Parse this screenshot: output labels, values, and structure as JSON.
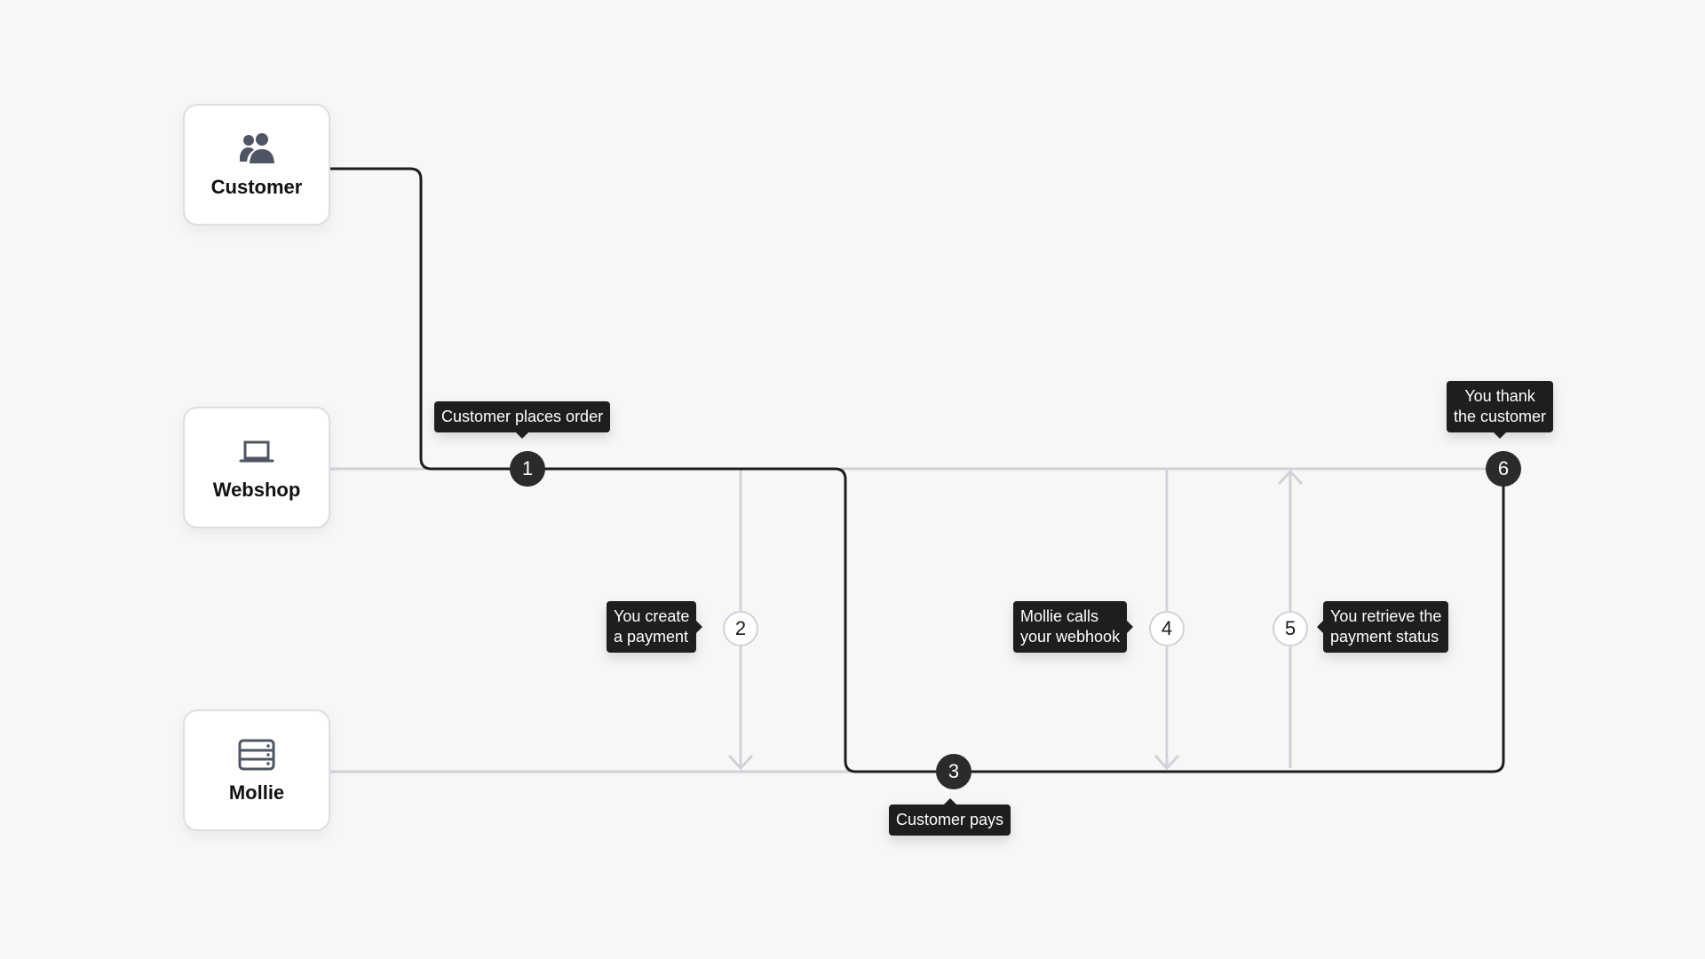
{
  "actors": {
    "customer": {
      "label": "Customer",
      "icon": "users-icon"
    },
    "webshop": {
      "label": "Webshop",
      "icon": "laptop-icon"
    },
    "mollie": {
      "label": "Mollie",
      "icon": "server-icon"
    }
  },
  "steps": [
    {
      "number": "1",
      "lines": [
        "Customer places order"
      ]
    },
    {
      "number": "2",
      "lines": [
        "You create",
        "a payment"
      ]
    },
    {
      "number": "3",
      "lines": [
        "Customer pays"
      ]
    },
    {
      "number": "4",
      "lines": [
        "Mollie calls",
        "your webhook"
      ]
    },
    {
      "number": "5",
      "lines": [
        "You retrieve the",
        "payment status"
      ]
    },
    {
      "number": "6",
      "lines": [
        "You thank",
        "the customer"
      ]
    }
  ],
  "colors": {
    "background": "#f8f7f6",
    "flow_line": "#1e1e1e",
    "lane_line": "#d2d1da",
    "tooltip_bg": "#1e1e1e",
    "badge_dark": "#2b2b2b",
    "icon": "#4f5563"
  }
}
